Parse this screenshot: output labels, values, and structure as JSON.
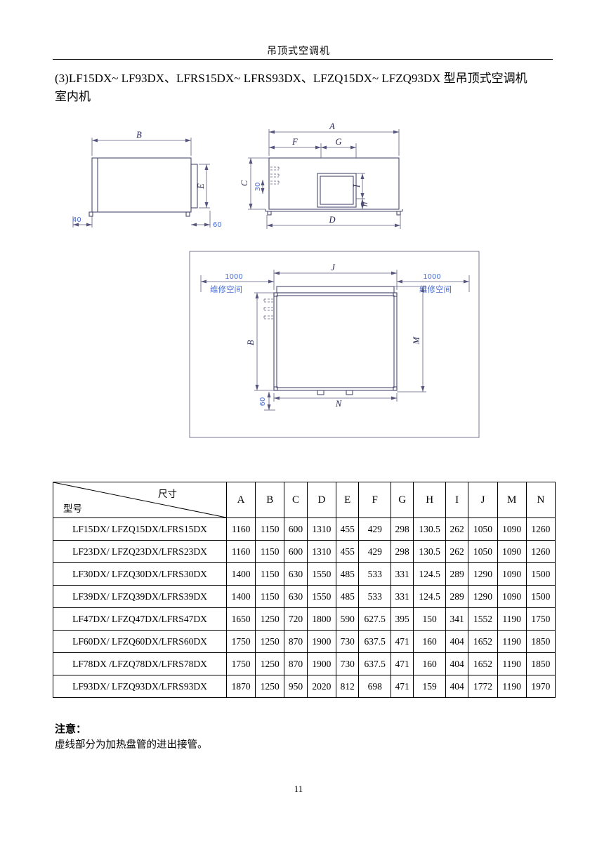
{
  "header": {
    "title": "吊顶式空调机"
  },
  "section": {
    "title_line1": "(3)LF15DX~ LF93DX、LFRS15DX~ LFRS93DX、LFZQ15DX~ LFZQ93DX 型吊顶式空调机",
    "title_line2": "室内机"
  },
  "diagrams": {
    "side_view": {
      "b": "B",
      "e": "E",
      "n40": "40",
      "n60": "60"
    },
    "front_view": {
      "a": "A",
      "f": "F",
      "g": "G",
      "c": "C",
      "d": "D",
      "i": "I",
      "h": "H",
      "n30": "30"
    },
    "plan_view": {
      "j": "J",
      "b": "B",
      "m": "M",
      "n": "N",
      "n60": "60",
      "left_1000": "1000",
      "right_1000": "1000",
      "service_space_left": "维修空间",
      "service_space_right": "维修空间"
    }
  },
  "table": {
    "corner_top": "尺寸",
    "corner_bottom": "型号",
    "columns": [
      "A",
      "B",
      "C",
      "D",
      "E",
      "F",
      "G",
      "H",
      "I",
      "J",
      "M",
      "N"
    ],
    "rows": [
      {
        "model": "LF15DX/ LFZQ15DX/LFRS15DX",
        "values": [
          "1160",
          "1150",
          "600",
          "1310",
          "455",
          "429",
          "298",
          "130.5",
          "262",
          "1050",
          "1090",
          "1260"
        ]
      },
      {
        "model": "LF23DX/ LFZQ23DX/LFRS23DX",
        "values": [
          "1160",
          "1150",
          "600",
          "1310",
          "455",
          "429",
          "298",
          "130.5",
          "262",
          "1050",
          "1090",
          "1260"
        ]
      },
      {
        "model": "LF30DX/ LFZQ30DX/LFRS30DX",
        "values": [
          "1400",
          "1150",
          "630",
          "1550",
          "485",
          "533",
          "331",
          "124.5",
          "289",
          "1290",
          "1090",
          "1500"
        ]
      },
      {
        "model": "LF39DX/ LFZQ39DX/LFRS39DX",
        "values": [
          "1400",
          "1150",
          "630",
          "1550",
          "485",
          "533",
          "331",
          "124.5",
          "289",
          "1290",
          "1090",
          "1500"
        ]
      },
      {
        "model": "LF47DX/ LFZQ47DX/LFRS47DX",
        "values": [
          "1650",
          "1250",
          "720",
          "1800",
          "590",
          "627.5",
          "395",
          "150",
          "341",
          "1552",
          "1190",
          "1750"
        ]
      },
      {
        "model": "LF60DX/ LFZQ60DX/LFRS60DX",
        "values": [
          "1750",
          "1250",
          "870",
          "1900",
          "730",
          "637.5",
          "471",
          "160",
          "404",
          "1652",
          "1190",
          "1850"
        ]
      },
      {
        "model": "LF78DX /LFZQ78DX/LFRS78DX",
        "values": [
          "1750",
          "1250",
          "870",
          "1900",
          "730",
          "637.5",
          "471",
          "160",
          "404",
          "1652",
          "1190",
          "1850"
        ]
      },
      {
        "model": "LF93DX/ LFZQ93DX/LFRS93DX",
        "values": [
          "1870",
          "1250",
          "950",
          "2020",
          "812",
          "698",
          "471",
          "159",
          "404",
          "1772",
          "1190",
          "1970"
        ]
      }
    ]
  },
  "note": {
    "label": "注意：",
    "text": "虚线部分为加热盘管的进出接管。"
  },
  "page_number": "11",
  "colors": {
    "annotation_blue": "#4a6fd8",
    "drawing_line": "#4c4c6e"
  }
}
